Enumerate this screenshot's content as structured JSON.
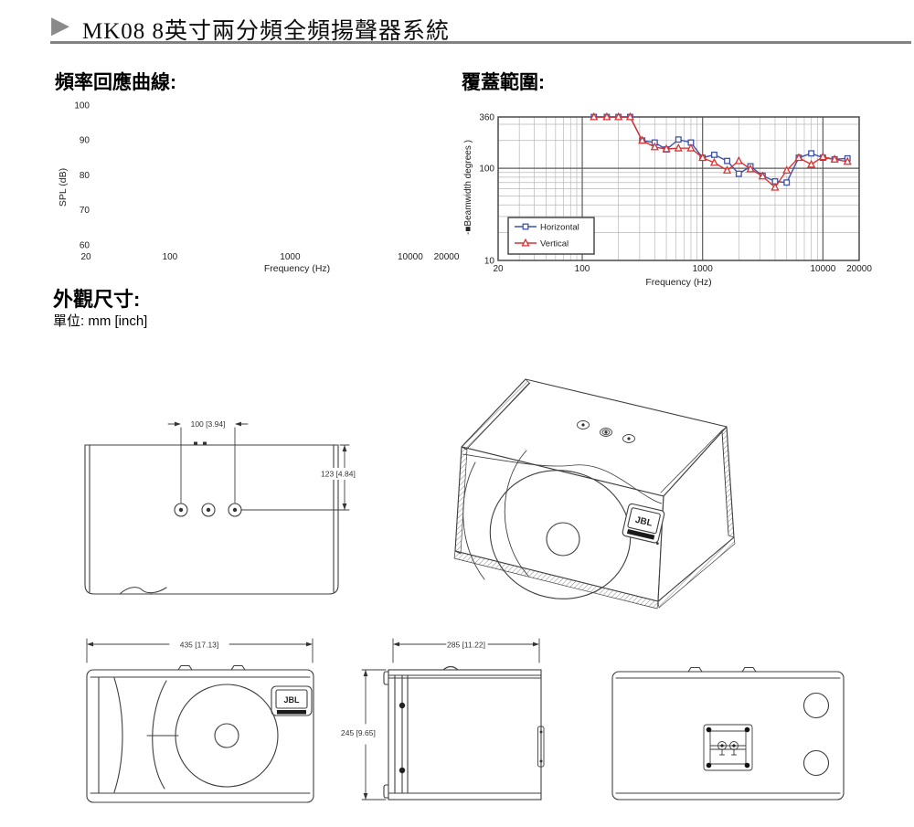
{
  "header": {
    "arrow_icon": "▶",
    "title": "MK08 8英寸兩分頻全頻揚聲器系統"
  },
  "sections": {
    "freq_response_heading": "頻率回應曲線:",
    "coverage_heading": "覆蓋範圍:",
    "dimensions_heading": "外觀尺寸:",
    "dimensions_unit": "單位: mm [inch]"
  },
  "chart_data": [
    {
      "name": "frequency-response",
      "type": "line",
      "xlabel": "Frequency (Hz)",
      "ylabel": "SPL (dB)",
      "x_scale": "log",
      "xlim": [
        20,
        20000
      ],
      "ylim": [
        60,
        100
      ],
      "x_ticks": [
        20,
        100,
        1000,
        10000,
        20000
      ],
      "y_ticks": [
        100,
        90,
        80,
        70,
        60
      ],
      "grid": false,
      "series": []
    },
    {
      "name": "coverage-beamwidth",
      "type": "line",
      "xlabel": "Frequency (Hz)",
      "ylabel": "-■Beamwidth degrees  )",
      "scale": "log-log",
      "xlim": [
        20,
        20000
      ],
      "ylim": [
        10,
        360
      ],
      "x_ticks": [
        20,
        100,
        1000,
        10000,
        20000
      ],
      "y_ticks": [
        360,
        100,
        10
      ],
      "grid": true,
      "legend_position": "bottom-left",
      "x": [
        125,
        160,
        200,
        250,
        315,
        400,
        500,
        630,
        800,
        1000,
        1250,
        1600,
        2000,
        2500,
        3150,
        4000,
        5000,
        6300,
        8000,
        10000,
        12500,
        16000
      ],
      "series": [
        {
          "name": "Horizontal",
          "color": "#3d52a8",
          "marker": "square",
          "values": [
            360,
            360,
            360,
            360,
            200,
            190,
            160,
            205,
            190,
            130,
            140,
            120,
            87,
            105,
            83,
            72,
            70,
            130,
            145,
            130,
            125,
            128
          ]
        },
        {
          "name": "Vertical",
          "color": "#d93432",
          "marker": "triangle",
          "values": [
            360,
            360,
            360,
            360,
            200,
            170,
            162,
            165,
            165,
            130,
            115,
            95,
            120,
            98,
            82,
            62,
            95,
            130,
            110,
            133,
            125,
            118
          ]
        }
      ]
    }
  ],
  "drawings": {
    "top_view": {
      "width_dim": "100 [3.94]",
      "depth_dim": "123 [4.84]"
    },
    "perspective": {
      "badge_label": "JBL"
    },
    "front_view": {
      "width_dim": "435 [17.13]",
      "badge_label": "JBL"
    },
    "side_view": {
      "depth_dim": "285 [11.22]",
      "height_dim": "245 [9.65]"
    }
  }
}
